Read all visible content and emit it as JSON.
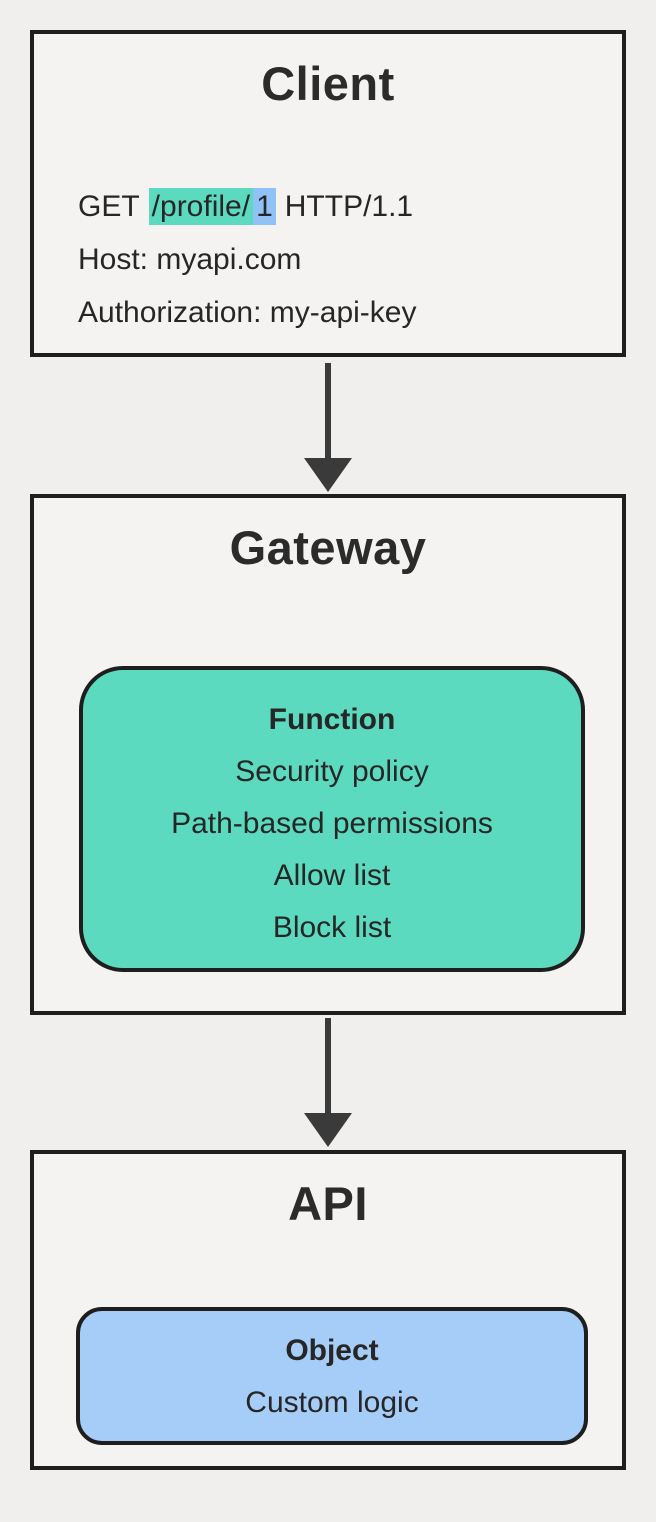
{
  "diagram": {
    "client": {
      "title": "Client",
      "request": {
        "method": "GET",
        "path": "/profile/",
        "id": "1",
        "protocol": "HTTP/1.1",
        "host": "Host: myapi.com",
        "authorization": "Authorization: my-api-key"
      }
    },
    "gateway": {
      "title": "Gateway",
      "function": {
        "title": "Function",
        "items": [
          "Security policy",
          "Path-based permissions",
          "Allow list",
          "Block list"
        ]
      }
    },
    "api": {
      "title": "API",
      "object": {
        "title": "Object",
        "items": [
          "Custom logic"
        ]
      }
    },
    "colors": {
      "teal": "#5cdabf",
      "blue_highlight": "#90c2f7",
      "blue_object": "#a5cdf8",
      "border": "#1e1e1e",
      "arrow": "#3a3a3a",
      "background": "#f0efed"
    }
  }
}
